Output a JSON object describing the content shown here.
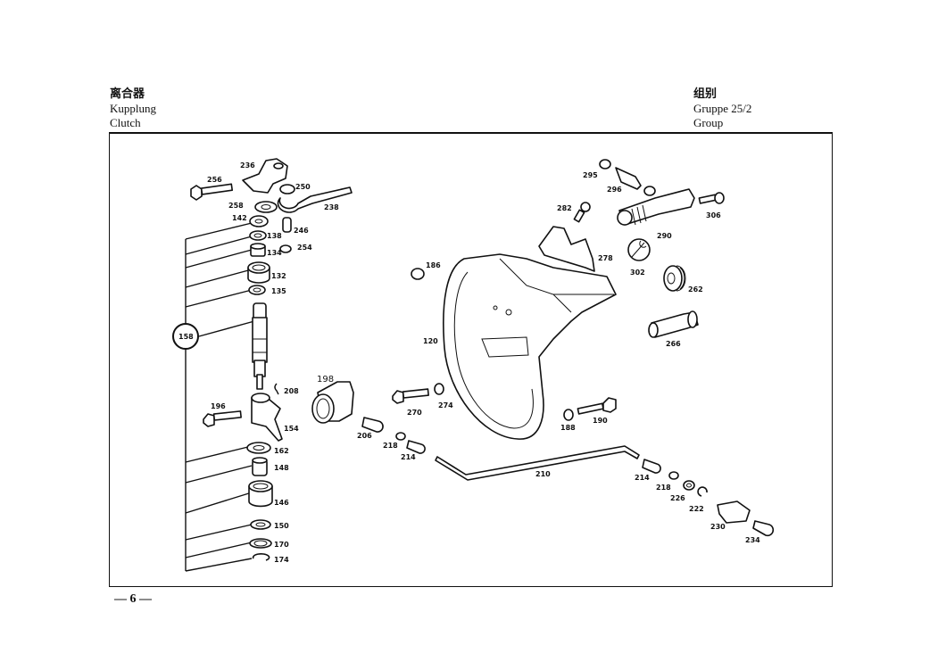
{
  "header": {
    "left": {
      "zh": "离合器",
      "de": "Kupplung",
      "en": "Clutch"
    },
    "right": {
      "zh": "组别",
      "de": "Gruppe 25/2",
      "en": "Group"
    }
  },
  "page_number": "— 6 —",
  "callouts": {
    "c256": "256",
    "c236": "236",
    "c250": "250",
    "c238": "238",
    "c258": "258",
    "c142": "142",
    "c138": "138",
    "c246": "246",
    "c134": "134",
    "c254": "254",
    "c132": "132",
    "c135": "135",
    "c158": "158",
    "c208": "208",
    "c198": "198",
    "c196": "196",
    "c154": "154",
    "c162": "162",
    "c148a": "148",
    "c146": "146",
    "c150": "150",
    "c170": "170",
    "c174": "174",
    "c206": "206",
    "c218a": "218",
    "c214a": "214",
    "c270": "270",
    "c274": "274",
    "c186": "186",
    "c120": "120",
    "c188": "188",
    "c190": "190",
    "c210": "210",
    "c214b": "214",
    "c218b": "218",
    "c226": "226",
    "c222": "222",
    "c230": "230",
    "c234": "234",
    "c295": "295",
    "c296": "296",
    "c282": "282",
    "c306": "306",
    "c290": "290",
    "c278": "278",
    "c302": "302",
    "c262": "262",
    "c266": "266"
  }
}
